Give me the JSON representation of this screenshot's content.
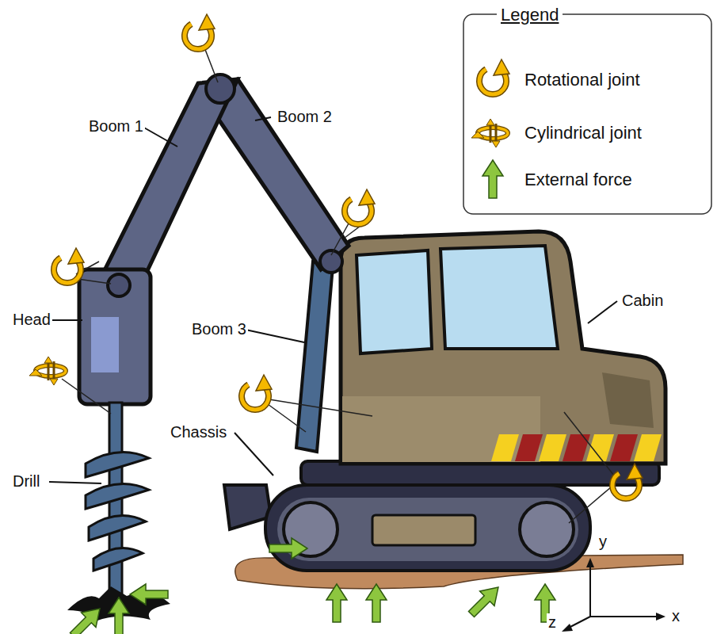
{
  "diagram": {
    "labels": [
      "Legend",
      "Boom 1",
      "Boom 2",
      "Boom 3",
      "Head",
      "Cabin",
      "Chassis",
      "Drill",
      "y",
      "z",
      "x"
    ],
    "legend": [
      {
        "text": "Rotational joint"
      },
      {
        "text": "Cylindrical joint"
      },
      {
        "text": "External force"
      }
    ]
  }
}
